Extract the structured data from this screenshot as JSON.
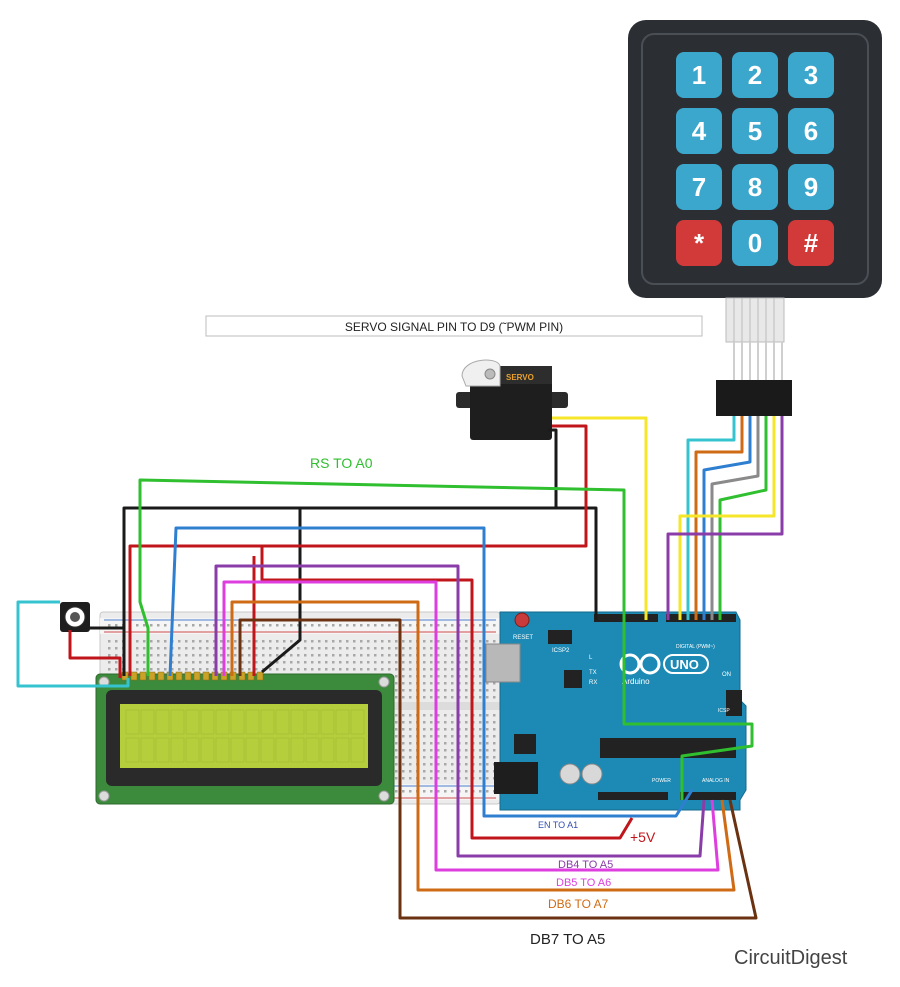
{
  "keypad": {
    "keys": [
      "1",
      "2",
      "3",
      "4",
      "5",
      "6",
      "7",
      "8",
      "9",
      "*",
      "0",
      "#"
    ],
    "key_color": "#3ba7cc",
    "special_key_color": "#d23a3a",
    "body_color": "#2b2e33"
  },
  "servo": {
    "brand": "SERVO"
  },
  "labels": {
    "servo_signal": "SERVO SIGNAL PIN TO D9 (˜PWM PIN)",
    "rs": "RS TO A0",
    "en": "EN TO A1",
    "plus5v": "+5V",
    "db4": "DB4 TO A5",
    "db5": "DB5 TO A6",
    "db6": "DB6 TO A7",
    "db7": "DB7 TO A5"
  },
  "arduino": {
    "reset": "RESET",
    "icsp2": "ICSP2",
    "uno": "UNO",
    "brand": "Arduino",
    "on": "ON",
    "tx": "TX",
    "rx": "RX",
    "l": "L",
    "digital": "DIGITAL (PWM~)",
    "analog": "ANALOG IN",
    "power": "POWER",
    "icsp": "ICSP"
  },
  "watermark": {
    "text": "CircuitDigest"
  },
  "colors": {
    "black": "#1a1a1a",
    "red": "#c0161b",
    "green": "#2fbf2f",
    "blue": "#2f7fd0",
    "yellow": "#f5e62a",
    "cyan": "#35c4cf",
    "purple": "#8a3da8",
    "magenta": "#de3ede",
    "orange": "#cf6b14",
    "brown": "#6b3212",
    "gray": "#8a8a8a",
    "arduino": "#1d8ab5",
    "lcd_screen": "#b5cf3c",
    "lcd_board": "#3c8a3c"
  }
}
